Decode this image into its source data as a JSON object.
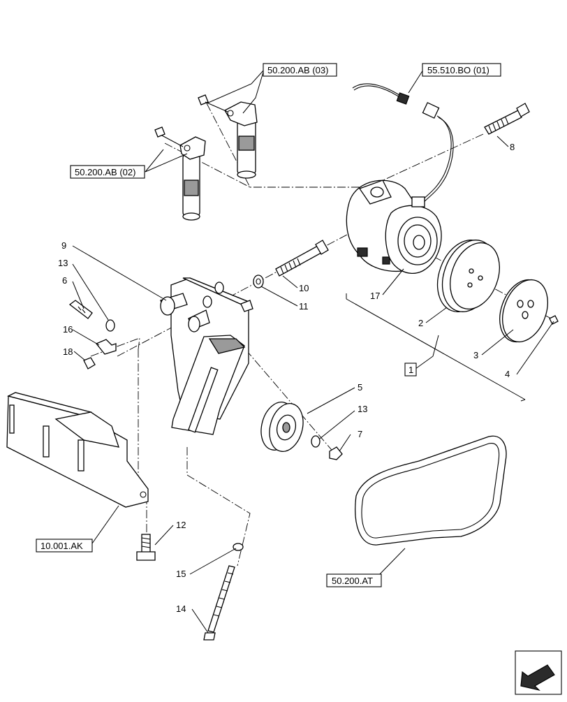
{
  "references": {
    "ab03": "50.200.AB (03)",
    "bo01": "55.510.BO (01)",
    "ab02": "50.200.AB (02)",
    "ak": "10.001.AK",
    "at": "50.200.AT",
    "assembly": "1"
  },
  "callouts": {
    "c9": "9",
    "c13a": "13",
    "c6": "6",
    "c16": "16",
    "c18": "18",
    "c10": "10",
    "c11": "11",
    "c17": "17",
    "c8": "8",
    "c2": "2",
    "c3": "3",
    "c4": "4",
    "c5": "5",
    "c13b": "13",
    "c7": "7",
    "c12": "12",
    "c15": "15",
    "c14": "14"
  },
  "icons": {
    "corner": "arrow-icon"
  }
}
